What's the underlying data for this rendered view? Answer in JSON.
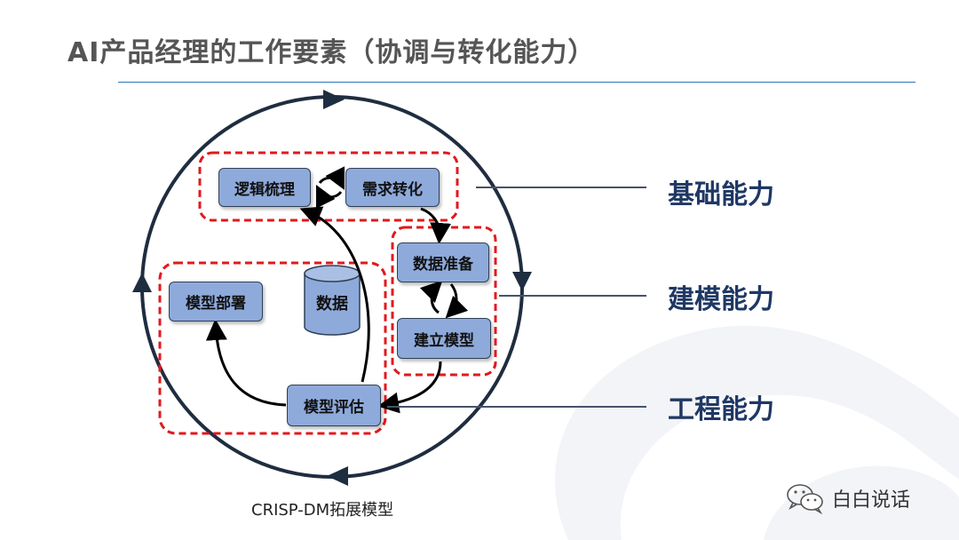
{
  "header": {
    "title": "AI产品经理的工作要素（协调与转化能力）"
  },
  "diagram": {
    "nodes": {
      "logic": "逻辑梳理",
      "requirement": "需求转化",
      "data_prep": "数据准备",
      "modeling": "建立模型",
      "deploy": "模型部署",
      "evaluate": "模型评估",
      "database": "数据"
    },
    "capabilities": {
      "basic": "基础能力",
      "modeling": "建模能力",
      "engineering": "工程能力"
    },
    "caption": "CRISP-DM拓展模型"
  },
  "brand": {
    "name": "白白说话",
    "icon": "wechat-icon"
  },
  "colors": {
    "title_text": "#555555",
    "rule": "#2e75b6",
    "node_fill": "#8eaadb",
    "dashed_group": "#e0191e",
    "ring": "#1f2d40",
    "capability_text": "#1f3864",
    "connector": "#44546a"
  }
}
